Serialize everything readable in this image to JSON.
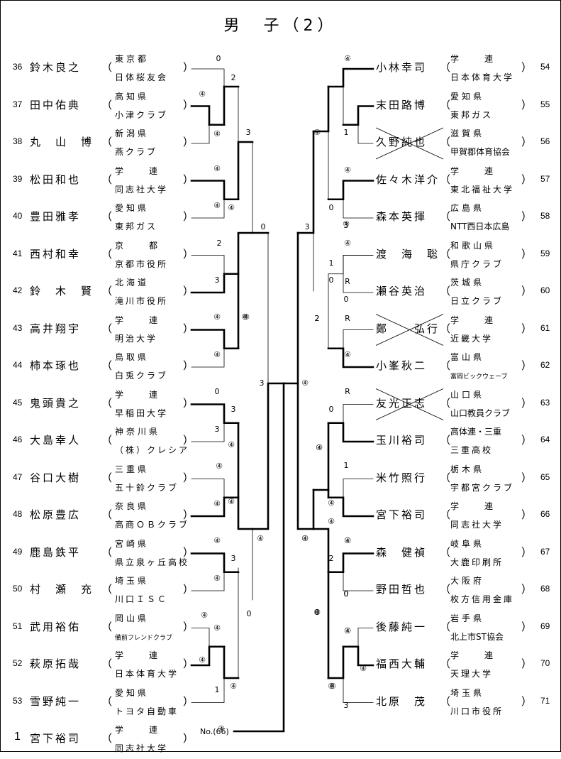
{
  "title": "男　子（2）",
  "left_players": [
    {
      "no": "36",
      "name": "鈴木良之",
      "pref": "東京都",
      "club": "日体桜友会"
    },
    {
      "no": "37",
      "name": "田中佑典",
      "pref": "高知県",
      "club": "小津クラブ"
    },
    {
      "no": "38",
      "name": "丸　山　博",
      "pref": "新潟県",
      "club": "燕クラブ"
    },
    {
      "no": "39",
      "name": "松田和也",
      "pref": "学　　連",
      "club": "同志社大学"
    },
    {
      "no": "40",
      "name": "豊田雅孝",
      "pref": "愛知県",
      "club": "東邦ガス"
    },
    {
      "no": "41",
      "name": "西村和幸",
      "pref": "京　　都",
      "club": "京都市役所"
    },
    {
      "no": "42",
      "name": "鈴　木　賢",
      "pref": "北海道",
      "club": "滝川市役所"
    },
    {
      "no": "43",
      "name": "高井翔宇",
      "pref": "学　　連",
      "club": "明治大学"
    },
    {
      "no": "44",
      "name": "柿本琢也",
      "pref": "鳥取県",
      "club": "白兎クラブ"
    },
    {
      "no": "45",
      "name": "鬼頭貴之",
      "pref": "学　　連",
      "club": "早稲田大学"
    },
    {
      "no": "46",
      "name": "大島幸人",
      "pref": "神奈川県",
      "club": "（株）クレシア"
    },
    {
      "no": "47",
      "name": "谷口大樹",
      "pref": "三重県",
      "club": "五十鈴クラブ"
    },
    {
      "no": "48",
      "name": "松原豊広",
      "pref": "奈良県",
      "club": "高商ＯＢクラブ"
    },
    {
      "no": "49",
      "name": "鹿島鉄平",
      "pref": "宮崎県",
      "club": "県立泉ヶ丘高校"
    },
    {
      "no": "50",
      "name": "村　瀬　充",
      "pref": "埼玉県",
      "club": "川口ＩＳＣ"
    },
    {
      "no": "51",
      "name": "武用裕佑",
      "pref": "岡山県",
      "club": "備前フレンドクラブ"
    },
    {
      "no": "52",
      "name": "萩原拓哉",
      "pref": "学　　連",
      "club": "日本体育大学"
    },
    {
      "no": "53",
      "name": "雪野純一",
      "pref": "愛知県",
      "club": "トヨタ自動車"
    },
    {
      "no": "1",
      "name": "宮下裕司",
      "pref": "学　　連",
      "club": "同志社大学"
    }
  ],
  "right_players": [
    {
      "no": "54",
      "name": "小林幸司",
      "pref": "学　　連",
      "club": "日本体育大学"
    },
    {
      "no": "55",
      "name": "末田路博",
      "pref": "愛知県",
      "club": "東邦ガス"
    },
    {
      "no": "56",
      "name": "久野純也",
      "pref": "滋賀県",
      "club": "甲賀郡体育協会"
    },
    {
      "no": "57",
      "name": "佐々木洋介",
      "pref": "学　　連",
      "club": "東北福祉大学"
    },
    {
      "no": "58",
      "name": "森本英揮",
      "pref": "広島県",
      "club": "NTT西日本広島"
    },
    {
      "no": "59",
      "name": "渡　海　聡",
      "pref": "和歌山県",
      "club": "県庁クラブ"
    },
    {
      "no": "60",
      "name": "瀬谷英治",
      "pref": "茨城県",
      "club": "日立クラブ"
    },
    {
      "no": "61",
      "name": "鄭　　弘行",
      "pref": "学　　連",
      "club": "近畿大学"
    },
    {
      "no": "62",
      "name": "小峯秋二",
      "pref": "富山県",
      "club": "富岡ビックウェーブ"
    },
    {
      "no": "63",
      "name": "友光正志",
      "pref": "山口県",
      "club": "山口教員クラブ"
    },
    {
      "no": "64",
      "name": "玉川裕司",
      "pref": "高体連・三重",
      "club": "三重高校"
    },
    {
      "no": "65",
      "name": "米竹照行",
      "pref": "栃木県",
      "club": "宇都宮クラブ"
    },
    {
      "no": "66",
      "name": "宮下裕司",
      "pref": "学　　連",
      "club": "同志社大学"
    },
    {
      "no": "67",
      "name": "森　健禎",
      "pref": "岐阜県",
      "club": "大鹿印刷所"
    },
    {
      "no": "68",
      "name": "野田哲也",
      "pref": "大阪府",
      "club": "枚方信用金庫"
    },
    {
      "no": "69",
      "name": "後藤純一",
      "pref": "岩手県",
      "club": "北上市ST協会"
    },
    {
      "no": "70",
      "name": "福西大輔",
      "pref": "学　　連",
      "club": "天理大学"
    },
    {
      "no": "71",
      "name": "北原　茂",
      "pref": "埼玉県",
      "club": "川口市役所"
    }
  ],
  "note": "No.(66)",
  "scores": {
    "l1": [
      "0",
      "④",
      "④",
      "④",
      "④",
      "2",
      "3",
      "④",
      "④",
      "0",
      "3",
      "④",
      "④",
      "④",
      "④",
      "④",
      "④",
      "1",
      "④"
    ],
    "l2": [
      "2",
      "④",
      "3",
      "④",
      "3",
      "④",
      "④",
      "④",
      "④"
    ],
    "l3": [
      "3",
      "0",
      "④",
      "④",
      "0"
    ],
    "l4": [
      "3",
      "④"
    ],
    "r1": [
      "④",
      "1",
      "④",
      "0",
      "④",
      "0",
      "R",
      "④",
      "R",
      "④",
      "1",
      "④",
      "④",
      "0",
      "④",
      "④",
      "④"
    ],
    "r2": [
      "④",
      "R",
      "④",
      "3",
      "1",
      "0",
      "2",
      "0",
      "④",
      "④",
      "④",
      "2",
      "0",
      "④",
      "④",
      "3"
    ],
    "r3": [
      "3",
      "2",
      "④",
      "0",
      "④",
      "④"
    ],
    "r4": [
      "④",
      "④"
    ]
  }
}
